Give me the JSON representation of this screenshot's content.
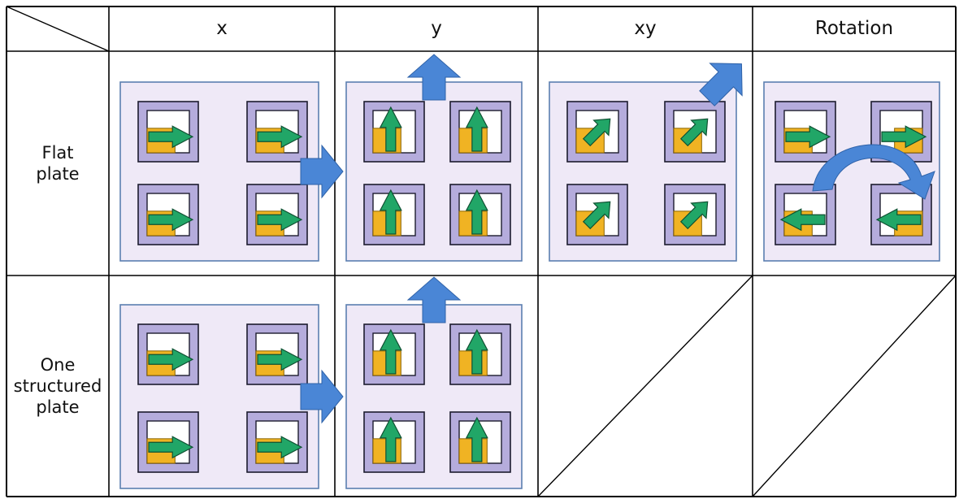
{
  "columns": [
    "x",
    "y",
    "xy",
    "Rotation"
  ],
  "rows": [
    {
      "label": "Flat\nplate"
    },
    {
      "label": "One\nstructured\nplate"
    }
  ],
  "cells": [
    {
      "row": 0,
      "col": 0,
      "direction": "x",
      "plate": "flat"
    },
    {
      "row": 0,
      "col": 1,
      "direction": "y",
      "plate": "flat"
    },
    {
      "row": 0,
      "col": 2,
      "direction": "xy",
      "plate": "flat"
    },
    {
      "row": 0,
      "col": 3,
      "direction": "rotation",
      "plate": "flat"
    },
    {
      "row": 1,
      "col": 0,
      "direction": "x",
      "plate": "structured"
    },
    {
      "row": 1,
      "col": 1,
      "direction": "y",
      "plate": "structured"
    },
    {
      "row": 1,
      "col": 2,
      "direction": "none"
    },
    {
      "row": 1,
      "col": 3,
      "direction": "none"
    }
  ],
  "colors": {
    "plate_fill": "#efe9f7",
    "plate_border": "#5b7fb0",
    "tile_fill": "#b5acdc",
    "tile_border": "#1c1c2e",
    "inner_fill": "#ffffff",
    "orange": "#f0b323",
    "green": "#21a667",
    "green_border": "#0f5132",
    "motion_arrow": "#4a86d6",
    "grid": "#000000"
  }
}
